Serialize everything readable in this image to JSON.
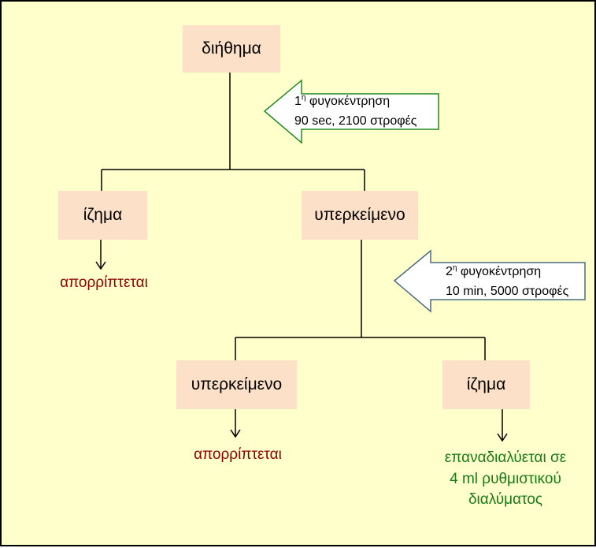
{
  "colors": {
    "background": "#ffffcc",
    "box_fill": "#fde0c8",
    "discard_text": "#8b0000",
    "keep_text": "#1a7a1a",
    "arrow_outline": "#228b22",
    "arrow2_outline": "#4a6b80"
  },
  "nodes": {
    "root": "διήθημα",
    "left_precipitate": "ίζημα",
    "right_supernatant": "υπερκείμενο",
    "bottom_supernatant": "υπερκείμενο",
    "bottom_precipitate": "ίζημα"
  },
  "outcomes": {
    "left_discard": "απορρίπτεται",
    "bottom_discard": "απορρίπτεται",
    "resuspend_line1": "επαναδιαλύεται σε",
    "resuspend_line2": "4 ml ρυθμιστικού",
    "resuspend_line3": "διαλύματος"
  },
  "centrifugation1": {
    "ordinal_number": "1",
    "ordinal_sup": "η",
    "title_rest": " φυγοκέντρηση",
    "details": "90 sec, 2100 στροφές"
  },
  "centrifugation2": {
    "ordinal_number": "2",
    "ordinal_sup": "η",
    "title_rest": " φυγοκέντρηση",
    "details": "10 min, 5000 στροφές"
  }
}
